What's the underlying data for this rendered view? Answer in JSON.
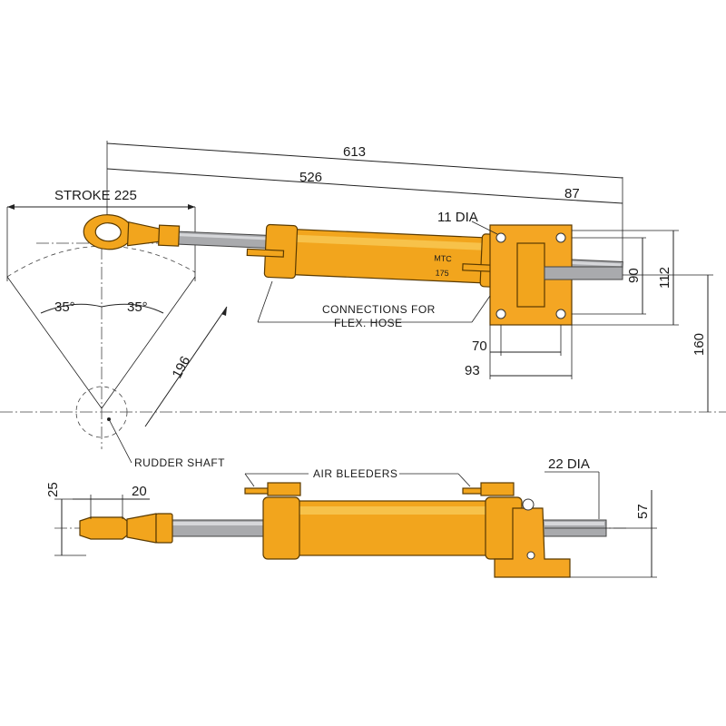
{
  "dimensions": {
    "overall_length": "613",
    "body_length": "526",
    "mount_offset": "87",
    "stroke": "STROKE 225",
    "hole_dia": "11 DIA",
    "plate_height_inner": "90",
    "plate_height_outer": "112",
    "centre_height": "160",
    "mount_width_inner": "70",
    "mount_width_outer": "93",
    "swing_radius": "196",
    "angle_left": "35°",
    "angle_right": "35°",
    "rod_end_height": "25",
    "rod_end_length": "20",
    "rod_dia": "22 DIA",
    "body_height": "57"
  },
  "labels": {
    "model": "MTC",
    "model_size": "175",
    "connections_line1": "CONNECTIONS FOR",
    "connections_line2": "FLEX. HOSE",
    "rudder_shaft": "RUDDER SHAFT",
    "air_bleeders": "AIR BLEEDERS"
  },
  "colors": {
    "cylinder": "#f2a51d",
    "rod": "#a9aaad",
    "line": "#222222"
  }
}
